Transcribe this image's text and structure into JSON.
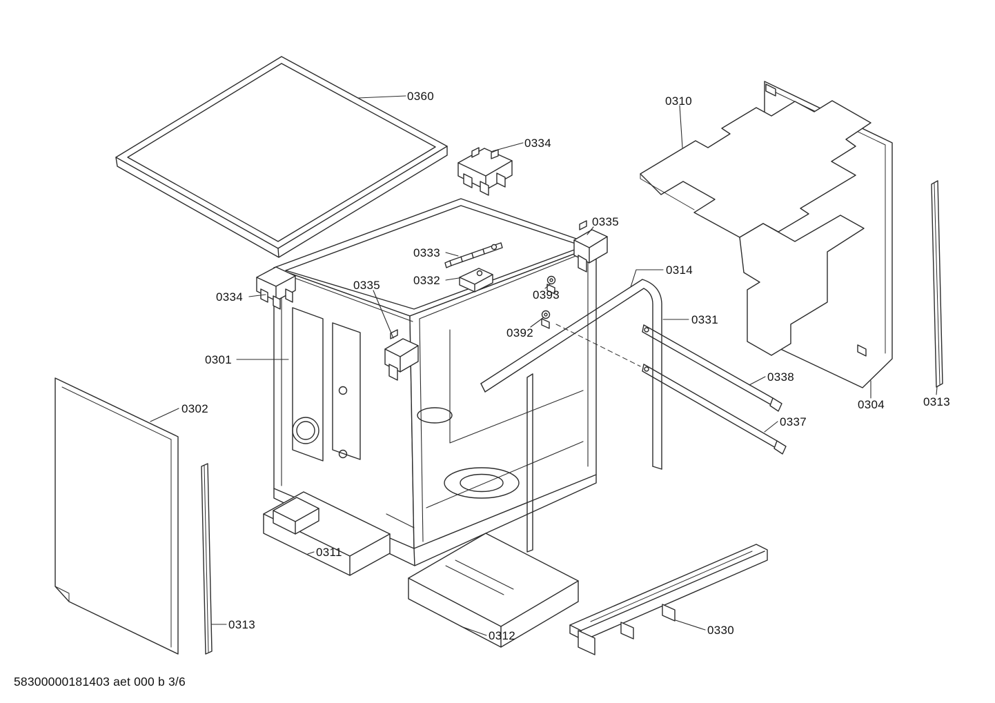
{
  "footer": {
    "document_code": "58300000181403 aet 000 b 3/6"
  },
  "parts": [
    {
      "label": "0360"
    },
    {
      "label": "0334"
    },
    {
      "label": "0310"
    },
    {
      "label": "0335"
    },
    {
      "label": "0333"
    },
    {
      "label": "0332"
    },
    {
      "label": "0314"
    },
    {
      "label": "0393"
    },
    {
      "label": "0334"
    },
    {
      "label": "0335"
    },
    {
      "label": "0331"
    },
    {
      "label": "0392"
    },
    {
      "label": "0301"
    },
    {
      "label": "0338"
    },
    {
      "label": "0302"
    },
    {
      "label": "0337"
    },
    {
      "label": "0304"
    },
    {
      "label": "0313"
    },
    {
      "label": "0311"
    },
    {
      "label": "0313"
    },
    {
      "label": "0312"
    },
    {
      "label": "0330"
    }
  ]
}
